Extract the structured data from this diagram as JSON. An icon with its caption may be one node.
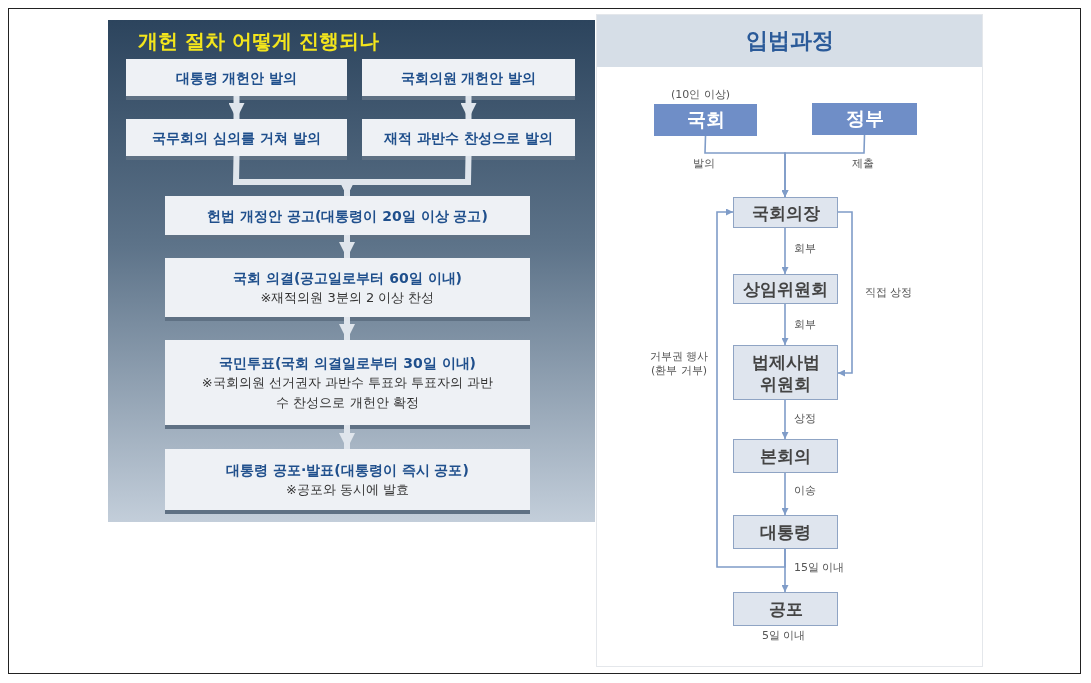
{
  "diagram": {
    "nodes": [
      {
        "text": [
          "개헌 절차 어떻게 진행되나"
        ]
      },
      {
        "text": [
          "대통령 개헌안 발의"
        ],
        "in": 0
      },
      {
        "text": [
          "국회의원 개헌안 발의"
        ],
        "in": 0
      },
      {
        "text": [
          "국무회의 심의를 거쳐 발의"
        ],
        "in": 0
      },
      {
        "text": [
          "재적 과반수 찬성으로 발의"
        ],
        "in": 0
      },
      {
        "text": [
          "헌법 개정안 공고(대통령이 20일 이상 공고)"
        ],
        "in": 0
      },
      {
        "text": [
          "국회 의결(공고일로부터 60일 이내)",
          "※재적의원 3분의 2 이상 찬성"
        ],
        "in": 0
      },
      {
        "text": [
          "국민투표(국회 의결일로부터 30일 이내)",
          "※국회의원 선거권자 과반수 투표와 투표자의 과반수 찬성으로 개헌안 확정"
        ],
        "in": 0
      },
      {
        "text": [
          "대통령 공포·발표(대통령이 즉시 공포)",
          "※공포와 동시에 발효"
        ],
        "in": 0
      },
      {
        "text": [
          "입법과정"
        ]
      },
      {
        "text": [
          "국회"
        ],
        "in": 9,
        "beside": [
          "(10인 이상)"
        ]
      },
      {
        "text": [
          "정부"
        ],
        "in": 9
      },
      {
        "text": [
          "국회의장"
        ],
        "in": 9
      },
      {
        "text": [
          "상임위원회"
        ],
        "in": 9
      },
      {
        "text": [
          "법제사법 위원회"
        ],
        "in": 9
      },
      {
        "text": [
          "본회의"
        ],
        "in": 9
      },
      {
        "text": [
          "대통령"
        ],
        "in": 9
      },
      {
        "text": [
          "공포"
        ],
        "in": 9,
        "beside": [
          "5일 이내"
        ]
      }
    ],
    "edges": [
      {
        "from": 1,
        "to": 3,
        "arrow": "to",
        "style": "thick",
        "color": "#dfe5ec"
      },
      {
        "from": 2,
        "to": 4,
        "arrow": "to",
        "style": "thick",
        "color": "#dfe5ec"
      },
      {
        "from": 3,
        "to": 5,
        "arrow": "to",
        "style": "thick",
        "color": "#dfe5ec"
      },
      {
        "from": 4,
        "to": 5,
        "arrow": "to",
        "style": "thick",
        "color": "#dfe5ec"
      },
      {
        "from": 5,
        "to": 6,
        "arrow": "to",
        "style": "thick",
        "color": "#dfe5ec"
      },
      {
        "from": 6,
        "to": 7,
        "arrow": "to",
        "style": "thick",
        "color": "#dfe5ec"
      },
      {
        "from": 7,
        "to": 8,
        "arrow": "to",
        "style": "thick",
        "color": "#dfe5ec"
      },
      {
        "from": 10,
        "to": 12,
        "arrow": "to",
        "label": "발의"
      },
      {
        "from": 11,
        "to": 12,
        "arrow": "to",
        "label": "제출"
      },
      {
        "from": 12,
        "to": 13,
        "arrow": "to",
        "label": "회부"
      },
      {
        "from": 13,
        "to": 14,
        "arrow": "to",
        "label": "회부"
      },
      {
        "from": 12,
        "to": 14,
        "arrow": "to",
        "label": "직접 상정"
      },
      {
        "from": 14,
        "to": 15,
        "arrow": "to",
        "label": "상정"
      },
      {
        "from": 15,
        "to": 16,
        "arrow": "to",
        "label": "이송"
      },
      {
        "from": 16,
        "to": 17,
        "arrow": "to",
        "label": "15일 이내"
      },
      {
        "from": 16,
        "to": 12,
        "arrow": "to",
        "label": "거부권 행사 (환부 거부)"
      }
    ]
  }
}
